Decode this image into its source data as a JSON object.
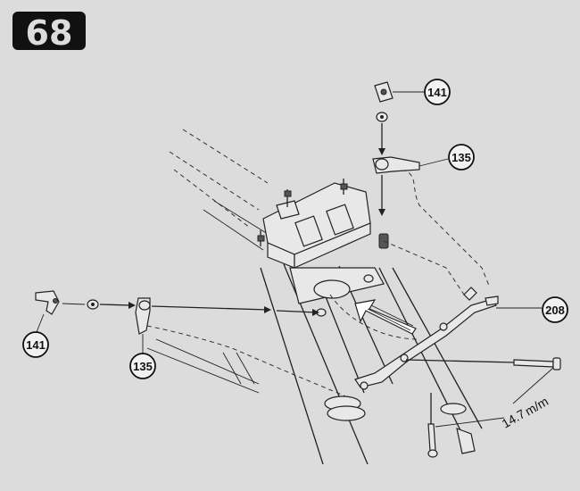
{
  "page": {
    "number": "68"
  },
  "callouts": [
    {
      "id": "c141_top",
      "label": "141"
    },
    {
      "id": "c135_top",
      "label": "135"
    },
    {
      "id": "c208",
      "label": "208"
    },
    {
      "id": "c141_left",
      "label": "141"
    },
    {
      "id": "c135_left",
      "label": "135"
    }
  ],
  "measurement": {
    "value": "14.7",
    "unit": "m/m"
  },
  "colors": {
    "background": "#dcdcdc",
    "ink": "#111111"
  }
}
